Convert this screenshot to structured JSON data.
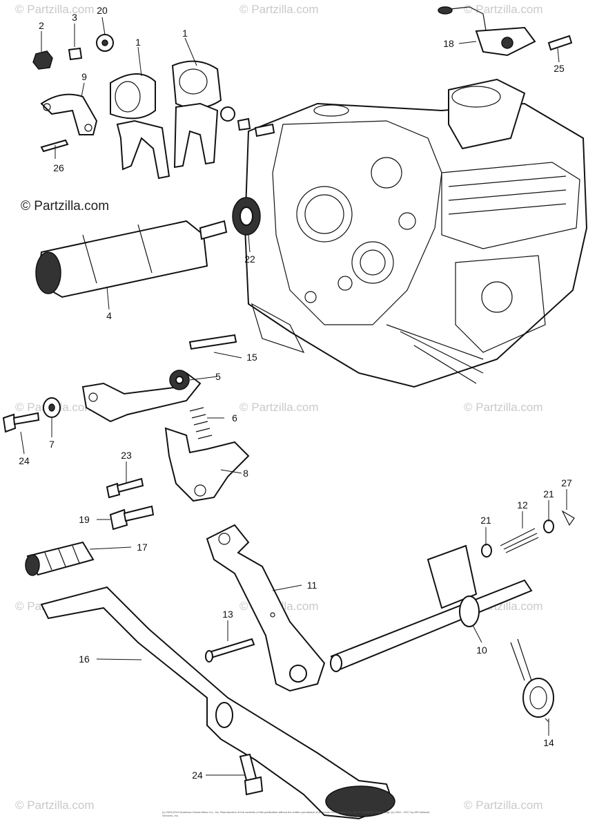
{
  "watermark": "© Partzilla.com",
  "brand": "© Partzilla.com",
  "footer_text": "(c) 2003-2013 American Honda Motor Co., Inc. Reproduction of the contents of this publication without the written permission of American Honda Motor Co., Inc. is prohibited. Page design (c) 2001 - 2017 by ARI Network Services, Inc.",
  "callouts": {
    "c1a": "1",
    "c1b": "1",
    "c2": "2",
    "c3": "3",
    "c4": "4",
    "c5": "5",
    "c6": "6",
    "c7": "7",
    "c8": "8",
    "c9": "9",
    "c10": "10",
    "c11": "11",
    "c12": "12",
    "c13": "13",
    "c14": "14",
    "c15": "15",
    "c16": "16",
    "c17": "17",
    "c18": "18",
    "c19": "19",
    "c20": "20",
    "c21a": "21",
    "c21b": "21",
    "c22": "22",
    "c23": "23",
    "c24a": "24",
    "c24b": "24",
    "c25": "25",
    "c26": "26",
    "c27": "27"
  }
}
